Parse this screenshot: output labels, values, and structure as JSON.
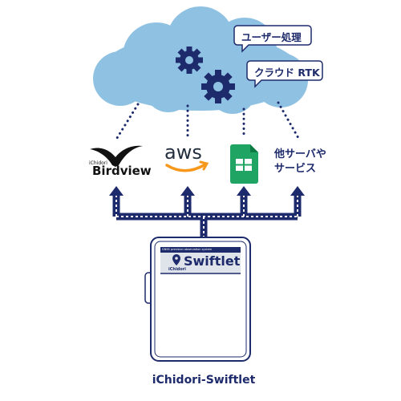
{
  "cloud": {
    "bubbles": [
      {
        "label": "ユーザー処理"
      },
      {
        "label": "クラウド RTK"
      }
    ]
  },
  "services": [
    {
      "name": "birdview",
      "brand_small": "iChidori",
      "brand_main": "Birdview",
      "icon": "birdview-logo-icon"
    },
    {
      "name": "aws",
      "brand_main": "aws",
      "icon": "aws-smile-icon"
    },
    {
      "name": "sheets",
      "icon": "google-sheets-icon"
    },
    {
      "name": "other",
      "line1": "他サーバや",
      "line2": "サービス"
    }
  ],
  "device": {
    "screen_title": "Swiftlet",
    "screen_small": "iChidori",
    "header_text": "GNSS precision observation system",
    "caption": "iChidori-Swiftlet"
  },
  "colors": {
    "cloud": "#8fc1e3",
    "navy": "#1d2a6b",
    "sheets_green": "#1fa463",
    "aws_orange": "#f7981d"
  }
}
